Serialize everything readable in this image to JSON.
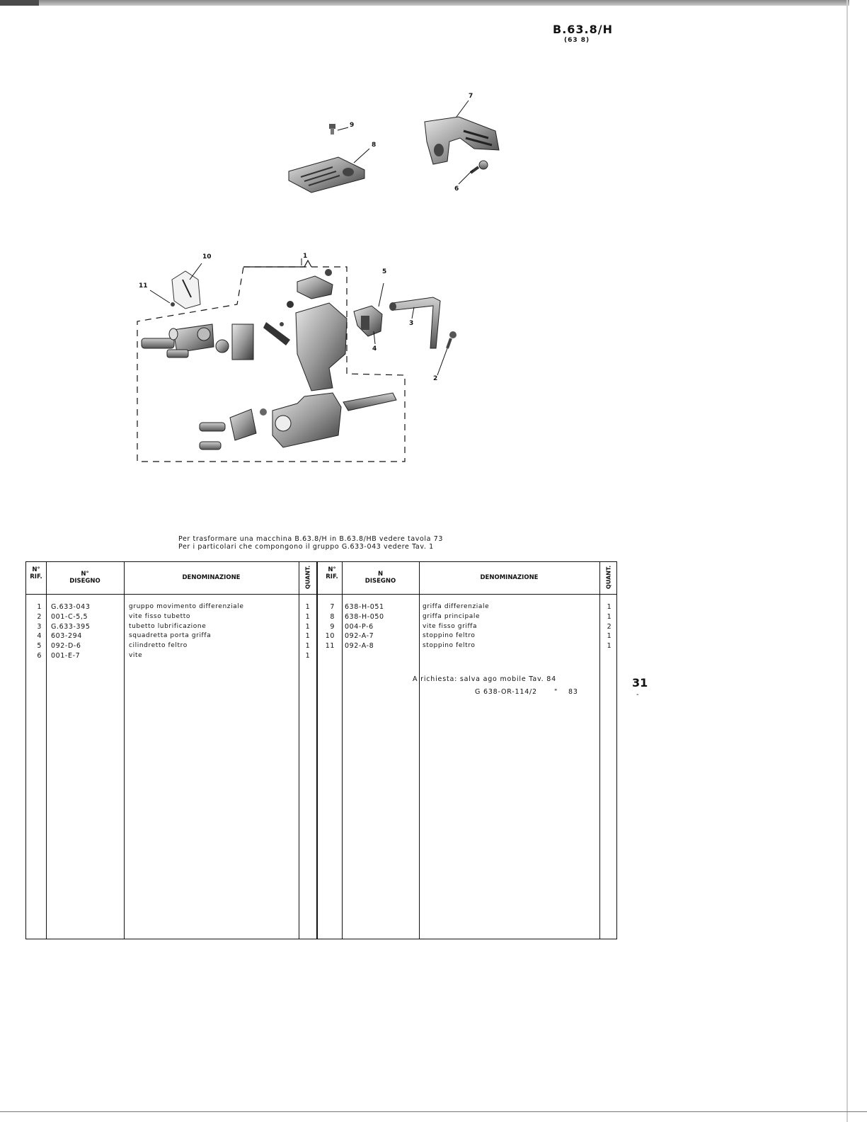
{
  "header": {
    "code": "B.63.8/H",
    "sub": "(63 8)"
  },
  "callouts": [
    "1",
    "2",
    "3",
    "4",
    "5",
    "6",
    "7",
    "8",
    "9",
    "10",
    "11"
  ],
  "notes": {
    "line1": "Per trasformare una macchina B.63.8/H in B.63.8/HB vedere tavola 73",
    "line2": "Per i particolari che compongono il gruppo G.633-043 vedere Tav. 1"
  },
  "table": {
    "headers": {
      "rif": [
        "N°",
        "RIF."
      ],
      "disegno": [
        "N°",
        "DISEGNO"
      ],
      "denominazione": "DENOMINAZIONE",
      "quant": "QUANT.",
      "rif2": [
        "N°",
        "RIF."
      ],
      "disegno2": [
        "N",
        "DISEGNO"
      ],
      "denominazione2": "DENOMINAZIONE",
      "quant2": "QUANT."
    },
    "left_rows": [
      {
        "rif": "1",
        "disegno": "G.633-043",
        "denominazione": "gruppo movimento differenziale",
        "quant": "1"
      },
      {
        "rif": "2",
        "disegno": "001-C-5,5",
        "denominazione": "vite fisso tubetto",
        "quant": "1"
      },
      {
        "rif": "3",
        "disegno": "G.633-395",
        "denominazione": "tubetto lubrificazione",
        "quant": "1"
      },
      {
        "rif": "4",
        "disegno": "603-294",
        "denominazione": "squadretta porta griffa",
        "quant": "1"
      },
      {
        "rif": "5",
        "disegno": "092-D-6",
        "denominazione": "cilindretto feltro",
        "quant": "1"
      },
      {
        "rif": "6",
        "disegno": "001-E-7",
        "denominazione": "vite",
        "quant": "1"
      }
    ],
    "right_rows": [
      {
        "rif": "7",
        "disegno": "638-H-051",
        "denominazione": "griffa differenziale",
        "quant": "1"
      },
      {
        "rif": "8",
        "disegno": "638-H-050",
        "denominazione": "griffa principale",
        "quant": "1"
      },
      {
        "rif": "9",
        "disegno": "004-P-6",
        "denominazione": "vite fisso griffa",
        "quant": "2"
      },
      {
        "rif": "10",
        "disegno": "092-A-7",
        "denominazione": "stoppino feltro",
        "quant": "1"
      },
      {
        "rif": "11",
        "disegno": "092-A-8",
        "denominazione": "stoppino feltro",
        "quant": "1"
      }
    ],
    "request": {
      "line1": "A richiesta: salva ago mobile Tav. 84",
      "line2_code": "G 638-OR-114/2",
      "line2_ditto": "\"",
      "line2_tav": "83"
    }
  },
  "page_number": "31",
  "page_mark": "-"
}
